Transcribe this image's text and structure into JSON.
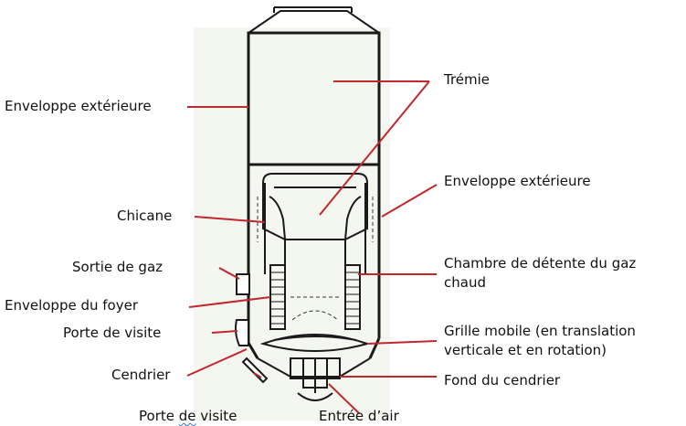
{
  "colors": {
    "leader": "#c0282c",
    "outline": "#1a1a1a",
    "paper": "#ffffff"
  },
  "labels": {
    "outer_shell_left": "Enveloppe extérieure",
    "baffle": "Chicane",
    "gas_outlet": "Sortie de gaz",
    "hearth_shell": "Enveloppe du foyer",
    "inspection_door_upper": "Porte de visite",
    "ash_pan": "Cendrier",
    "inspection_door_lower_word1": "Porte",
    "inspection_door_lower_word2": "de",
    "inspection_door_lower_word3": "visite",
    "hopper": "Trémie",
    "outer_shell_right": "Enveloppe extérieure",
    "expansion_chamber_line1": "Chambre de détente du gaz",
    "expansion_chamber_line2": "chaud",
    "grate_line1": "Grille mobile (en translation",
    "grate_line2": "verticale et en rotation)",
    "ash_pan_bottom": "Fond du cendrier",
    "air_inlet": "Entrée d’air"
  }
}
